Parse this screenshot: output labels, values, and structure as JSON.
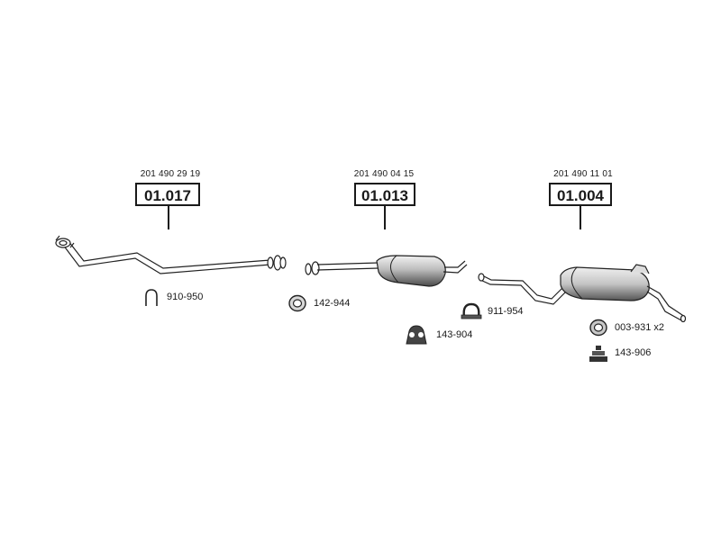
{
  "groups": [
    {
      "oe_number": "201 490 29 19",
      "part_code": "01.017"
    },
    {
      "oe_number": "201 490 04 15",
      "part_code": "01.013"
    },
    {
      "oe_number": "201 490 11 01",
      "part_code": "01.004"
    }
  ],
  "accessories": [
    {
      "label": "910-950",
      "icon": "u-bolt-icon"
    },
    {
      "label": "142-944",
      "icon": "gasket-ring-icon"
    },
    {
      "label": "143-904",
      "icon": "rubber-hanger-icon"
    },
    {
      "label": "911-954",
      "icon": "pipe-clamp-icon"
    },
    {
      "label": "003-931 x2",
      "icon": "seal-ring-icon"
    },
    {
      "label": "143-906",
      "icon": "mounting-buffer-icon"
    }
  ]
}
